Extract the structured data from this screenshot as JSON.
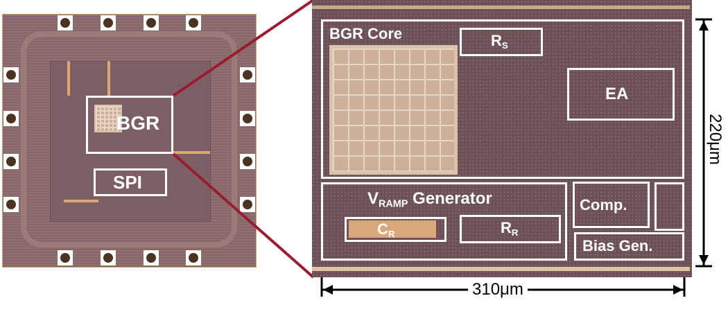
{
  "overview": {
    "bgr_label": "BGR",
    "spi_label": "SPI"
  },
  "zoom": {
    "bgr_core": "BGR Core",
    "rs": {
      "main": "R",
      "sub": "S"
    },
    "ea": "EA",
    "vramp": {
      "main": "V",
      "sub": "RAMP",
      "rest": " Generator"
    },
    "cr": {
      "main": "C",
      "sub": "R"
    },
    "rr": {
      "main": "R",
      "sub": "R"
    },
    "comp": "Comp.",
    "bias": "Bias Gen."
  },
  "dimensions": {
    "height": "220μm",
    "width": "310μm"
  },
  "colors": {
    "connector": "#9b1b30",
    "label": "#ffffff"
  }
}
